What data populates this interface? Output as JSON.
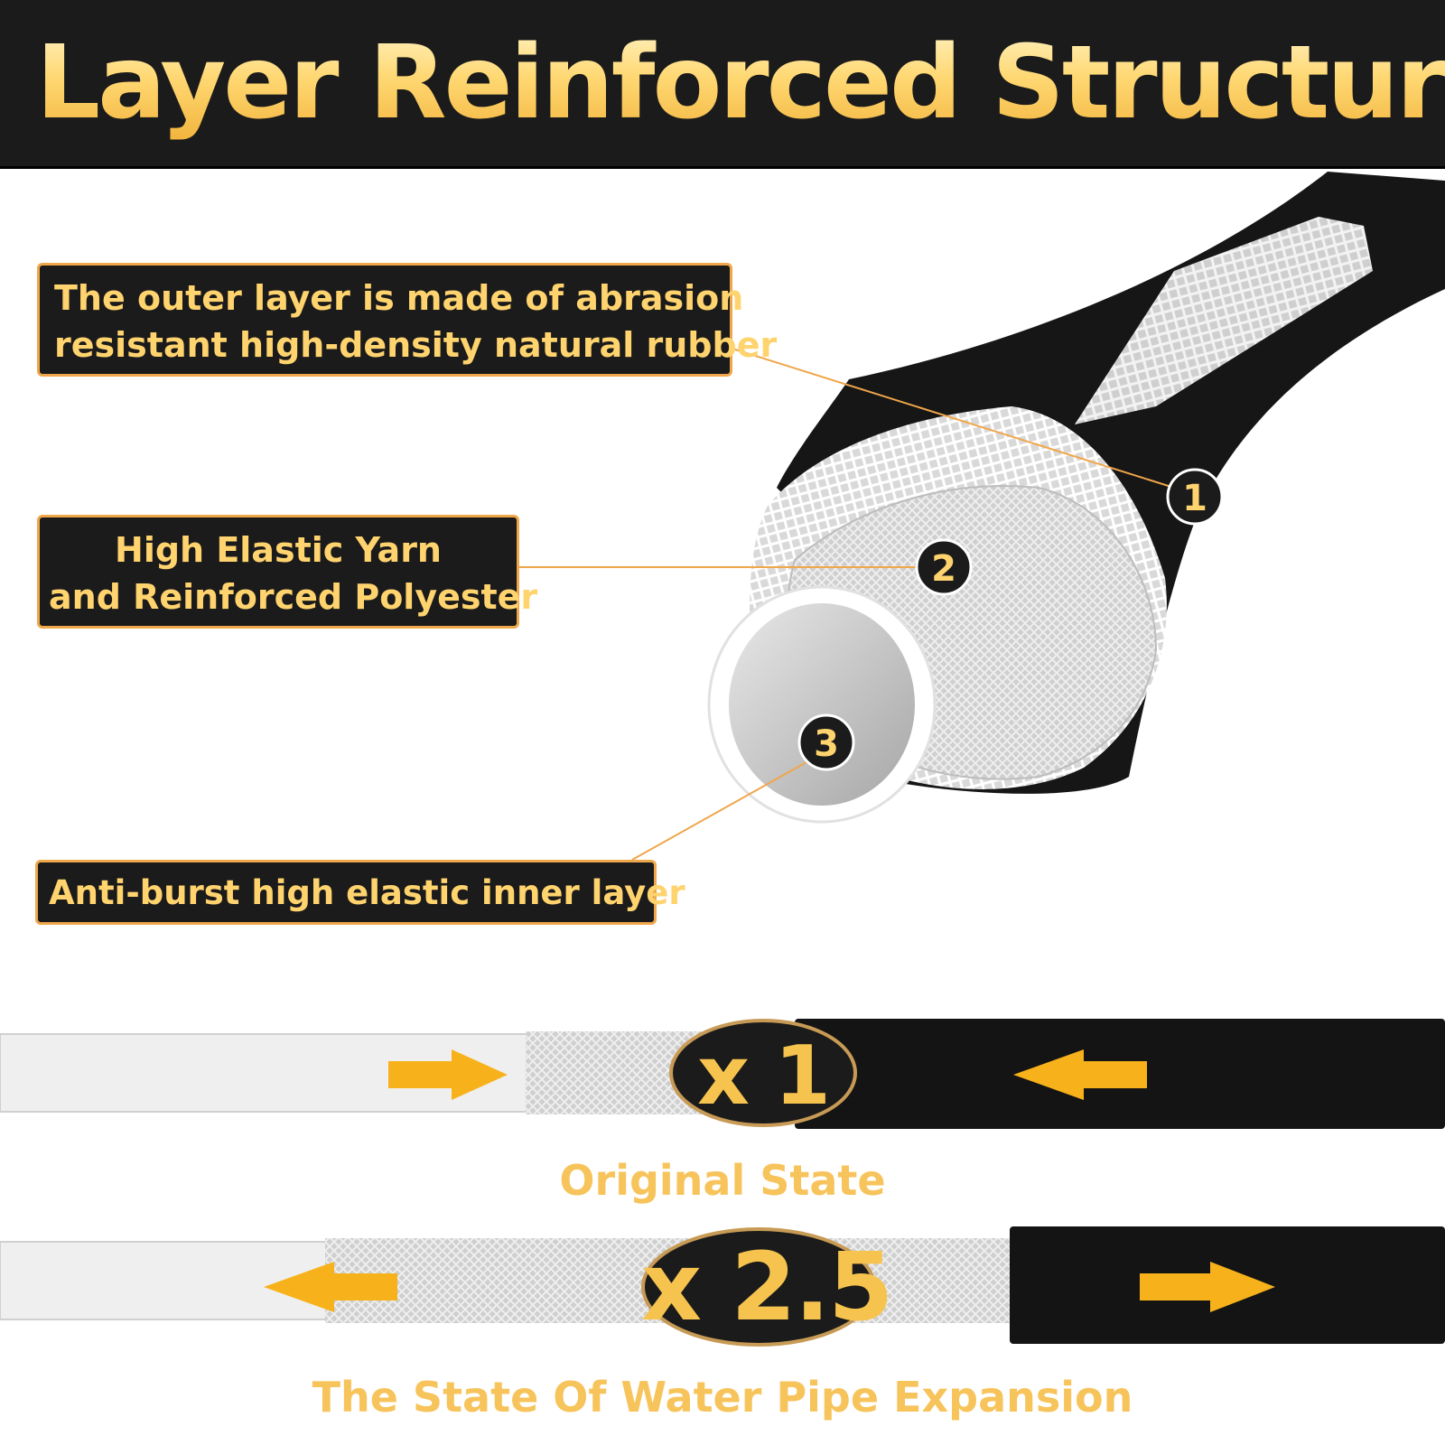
{
  "title": "3 Layer Reinforced Structure",
  "callouts": {
    "outer": {
      "line1": "The outer layer is made of abrasion",
      "line2": "resistant high-density natural rubber"
    },
    "middle": {
      "line1": "High Elastic Yarn",
      "line2": "and Reinforced Polyester"
    },
    "inner": {
      "line1": "Anti-burst high elastic inner layer"
    }
  },
  "markers": [
    "1",
    "2",
    "3"
  ],
  "comparison": {
    "original": {
      "multiplier": "x 1",
      "label": "Original State"
    },
    "expanded": {
      "multiplier": "x 2.5",
      "label": "The State Of Water Pipe Expansion"
    }
  },
  "colors": {
    "accent": "#f7b21b",
    "text_gold": "#ffd36e",
    "header_bg": "#1b1b1b",
    "border": "#f0a64a"
  },
  "icons": [
    "arrow-right-icon",
    "arrow-left-icon"
  ]
}
